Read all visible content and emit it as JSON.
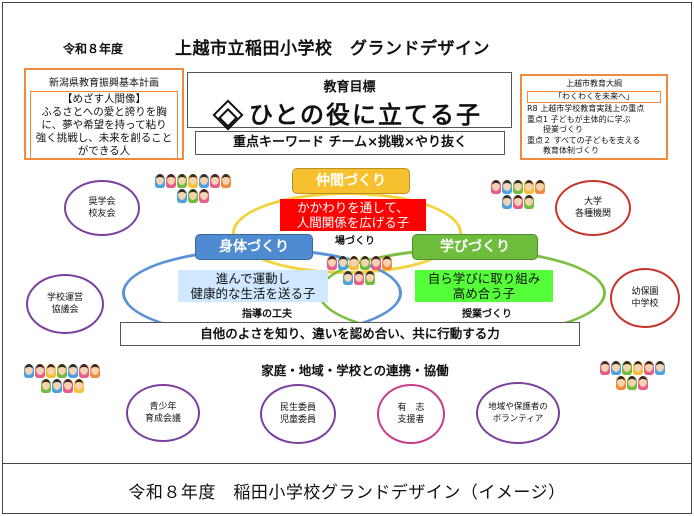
{
  "header": {
    "year": "令和８年度",
    "school_title": "上越市立稲田小学校　グランドデザイン"
  },
  "left_plan": {
    "title": "新潟県教育振興基本計画",
    "lines": [
      "【めざす人間像】",
      "ふるさとへの愛と誇りを胸",
      "に、夢や希望を持って粘り",
      "強く挑戦し、未来を創ること",
      "ができる人"
    ]
  },
  "right_plan": {
    "title": "上越市教育大綱",
    "subtitle": "「わくわくを未来へ」",
    "lines": [
      "R8 上越市学校教育実践上の重点",
      "重点1 子どもが主体的に学ぶ",
      "　　授業づくり",
      "重点２ すべての子どもを支える",
      "　　教育体制づくり"
    ]
  },
  "goal": {
    "label": "教育目標",
    "text": "ひとの役に立てる子"
  },
  "keywords": "重点キーワード  チーム×挑戦×やり抜く",
  "pillars": {
    "nakama": {
      "label": "仲間づくり",
      "line1": "かかわりを通して、",
      "line2": "人間関係を広げる子",
      "sub": "場づくり"
    },
    "shintai": {
      "label": "身体づくり",
      "line1": "進んで運動し",
      "line2": "健康的な生活を送る子",
      "sub": "指導の工夫"
    },
    "manabi": {
      "label": "学びづくり",
      "line1": "自ら学びに取り組み",
      "line2": "高め合う子",
      "sub": "授業づくり"
    }
  },
  "partners": {
    "c1": [
      "奨学会",
      "校友会"
    ],
    "c2": [
      "大学",
      "各種機関"
    ],
    "c3": [
      "学校運営",
      "協議会"
    ],
    "c4": [
      "幼保園",
      "中学校"
    ],
    "c5": [
      "青少年",
      "育成会議"
    ],
    "c6": [
      "民生委員",
      "児童委員"
    ],
    "c7": [
      "有　志",
      "支援者"
    ],
    "c8": [
      "地域や保護者の",
      "ボランティア"
    ]
  },
  "bottom_bar": "自他のよさを知り、違いを認め合い、共に行動する力",
  "partnership_title": "家庭・地域・学校との連携・協働",
  "caption": "令和８年度　稲田小学校グランドデザイン（イメージ）",
  "colors": {
    "orange": "#f08a3c",
    "yellow": "#f7c02f",
    "blue": "#4f8bd1",
    "green": "#6ebd3c",
    "red": "#ff0000"
  }
}
